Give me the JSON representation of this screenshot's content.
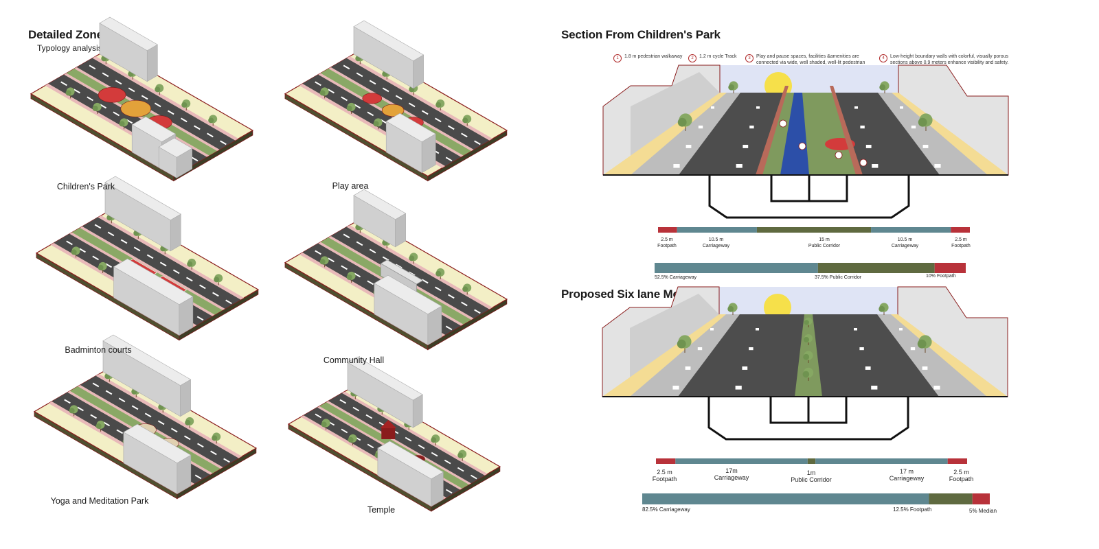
{
  "left": {
    "title": "Detailed Zone B",
    "subtitle": "Typology analysis",
    "typologies": [
      "Children's Park",
      "Play area",
      "Badminton courts",
      "Community Hall",
      "Yoga and Meditation Park",
      "Temple"
    ]
  },
  "section1": {
    "title": "Section From Children's Park",
    "legend": [
      {
        "num": "1",
        "text": "1.8 m pedestrian walkaway"
      },
      {
        "num": "2",
        "text": "1.2 m cycle Track"
      },
      {
        "num": "3",
        "text": "Play and pause spaces, facilities &amenities are connected via wide, well shaded, well-lit pedestrian walkways"
      },
      {
        "num": "4",
        "text": "Low-height boundary walls with colorful, visually porous sections above 0.9 meters enhance visibility and safety."
      }
    ],
    "dimensions": [
      {
        "value": "2.5 m",
        "label": "Footpath",
        "color": "#b8323a"
      },
      {
        "value": "10.5 m",
        "label": "Carriageway",
        "color": "#5f8790"
      },
      {
        "value": "15 m",
        "label": "Public Corridor",
        "color": "#5f6a40"
      },
      {
        "value": "10.5 m",
        "label": "Carriageway",
        "color": "#5f8790"
      },
      {
        "value": "2.5 m",
        "label": "Footpath",
        "color": "#b8323a"
      }
    ],
    "shares": [
      {
        "label": "52.5% Carriageway",
        "percent": 52.5,
        "color": "#5f8790"
      },
      {
        "label": "37.5% Public Corridor",
        "percent": 37.5,
        "color": "#5f6a40"
      },
      {
        "label": "10% Footpath",
        "percent": 10,
        "color": "#b8323a"
      }
    ]
  },
  "section2": {
    "title": "Proposed Six lane Mobility",
    "dimensions": [
      {
        "value": "2.5 m",
        "label": "Footpath",
        "color": "#b8323a"
      },
      {
        "value": "17m",
        "label": "Carriageway",
        "color": "#5f8790"
      },
      {
        "value": "1m",
        "label": "Public Corridor",
        "color": "#5f6a40"
      },
      {
        "value": "17 m",
        "label": "Carriageway",
        "color": "#5f8790"
      },
      {
        "value": "2.5 m",
        "label": "Footpath",
        "color": "#b8323a"
      }
    ],
    "shares": [
      {
        "label": "82.5% Carriageway",
        "percent": 82.5,
        "color": "#5f8790"
      },
      {
        "label": "12.5% Footpath",
        "percent": 12.5,
        "color": "#5f6a40"
      },
      {
        "label": "5% Median",
        "percent": 5,
        "color": "#b8323a"
      }
    ]
  },
  "colors": {
    "road": "#4a4a4a",
    "building": "#d9d9d9",
    "outline": "#8a1c1c",
    "ground": "#f3efc6",
    "green": "#8aa866",
    "play": "#d33b3b",
    "footpath": "#e8b9b9",
    "sky": "#dfe4f5",
    "sand": "#f4dc94"
  }
}
